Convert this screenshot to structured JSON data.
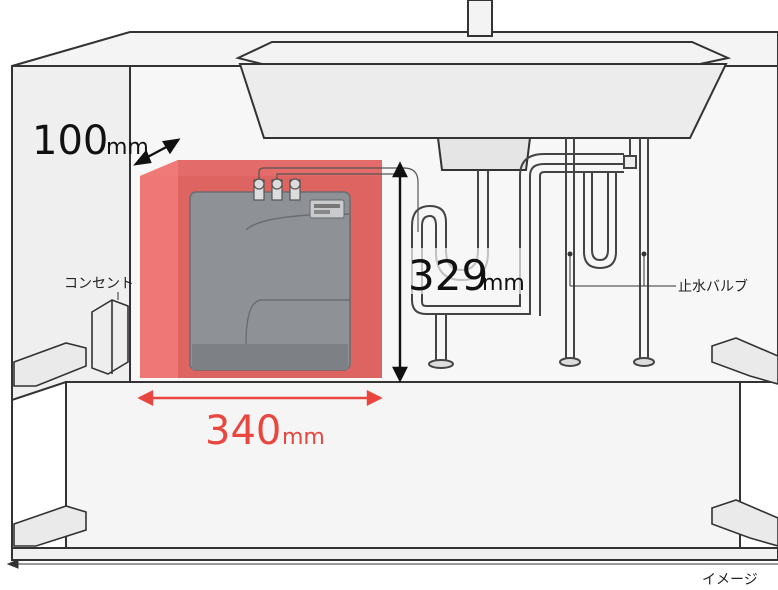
{
  "dimensions": {
    "depth": {
      "value": "100",
      "unit": "mm"
    },
    "height": {
      "value": "329",
      "unit": "mm"
    },
    "width": {
      "value": "340",
      "unit": "mm"
    }
  },
  "labels": {
    "outlet": "コンセント",
    "stop_valve": "止水バルブ",
    "image_note": "イメージ"
  },
  "colors": {
    "space_highlight": "#f26b6b",
    "dimension_red": "#e8463f",
    "unit_body": "#8e9296",
    "line": "#3a3a3a",
    "cabinet_fill": "#f2f2f2"
  }
}
